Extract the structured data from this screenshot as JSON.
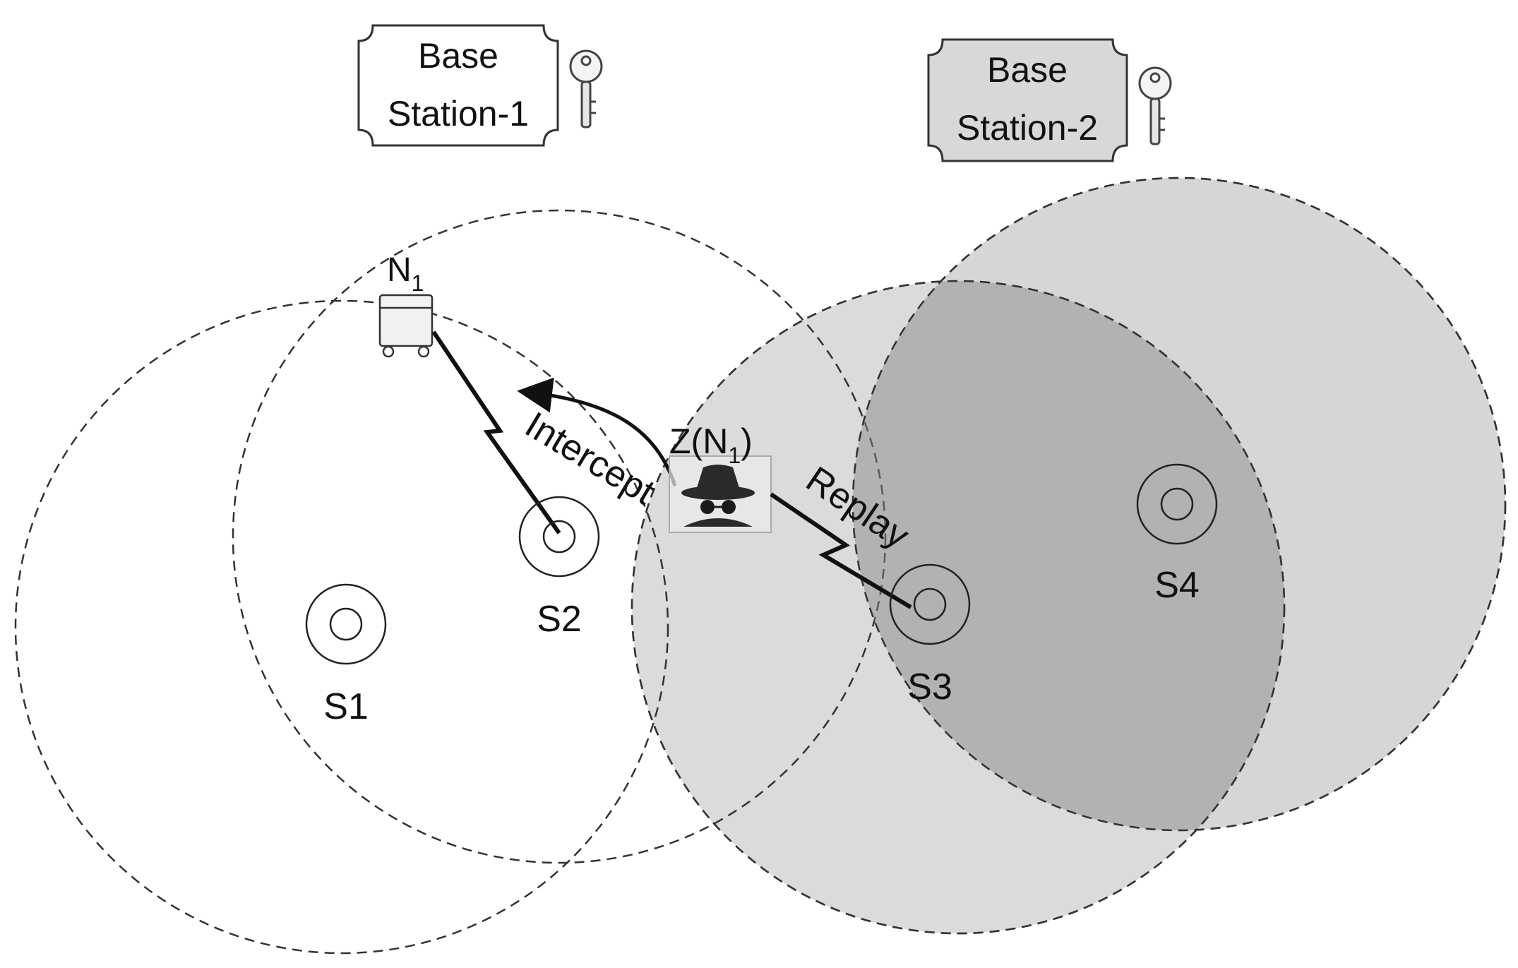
{
  "base_stations": [
    {
      "line1": "Base",
      "line2": "Station-1"
    },
    {
      "line1": "Base",
      "line2": "Station-2"
    }
  ],
  "node": {
    "letter": "N",
    "sub": "1"
  },
  "attacker": {
    "prefix": "Z(N",
    "sub": "1",
    "suffix": ")"
  },
  "sensors": [
    "S1",
    "S2",
    "S3",
    "S4"
  ],
  "links": {
    "intercept": "Intercept",
    "replay": "Replay"
  },
  "colors": {
    "fill": "#cfcfcf",
    "stroke": "#333333",
    "background": "#ffffff"
  },
  "icons": [
    "key-icon",
    "node-device-icon",
    "spy-icon",
    "sensor-icon",
    "lightning-link-icon"
  ]
}
